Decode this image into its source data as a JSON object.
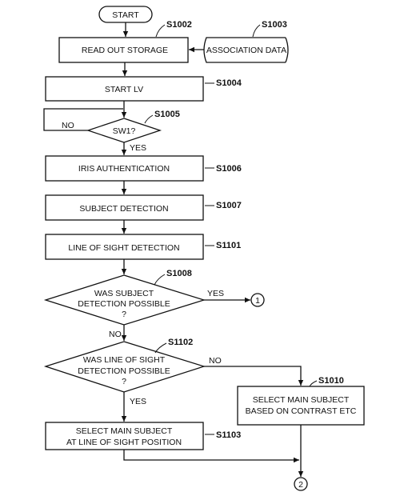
{
  "start": "START",
  "steps": {
    "s1002": {
      "id": "S1002",
      "text": "READ OUT STORAGE"
    },
    "s1003": {
      "id": "S1003",
      "text": "ASSOCIATION DATA"
    },
    "s1004": {
      "id": "S1004",
      "text": "START LV"
    },
    "s1005": {
      "id": "S1005",
      "text": "SW1?"
    },
    "s1006": {
      "id": "S1006",
      "text": "IRIS AUTHENTICATION"
    },
    "s1007": {
      "id": "S1007",
      "text": "SUBJECT DETECTION"
    },
    "s1101": {
      "id": "S1101",
      "text": "LINE OF SIGHT DETECTION"
    },
    "s1008": {
      "id": "S1008",
      "lines": [
        "WAS SUBJECT",
        "DETECTION POSSIBLE",
        "?"
      ]
    },
    "s1102": {
      "id": "S1102",
      "lines": [
        "WAS LINE OF SIGHT",
        "DETECTION POSSIBLE",
        "?"
      ]
    },
    "s1010": {
      "id": "S1010",
      "lines": [
        "SELECT MAIN SUBJECT",
        "BASED ON CONTRAST ETC"
      ]
    },
    "s1103": {
      "id": "S1103",
      "lines": [
        "SELECT MAIN SUBJECT",
        "AT LINE OF SIGHT POSITION"
      ]
    }
  },
  "branches": {
    "yes": "YES",
    "no": "NO"
  },
  "connectors": {
    "c1": "1",
    "c2": "2"
  }
}
